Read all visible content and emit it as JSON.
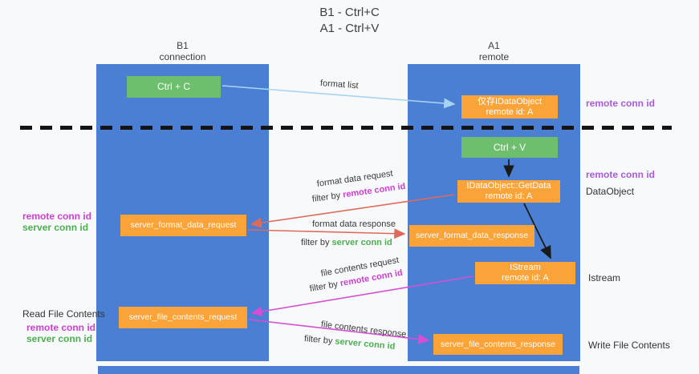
{
  "title": {
    "line1": "B1 - Ctrl+C",
    "line2": "A1 - Ctrl+V"
  },
  "lanes": {
    "left": {
      "name": "B1",
      "role": "connection"
    },
    "right": {
      "name": "A1",
      "role": "remote"
    }
  },
  "nodes": {
    "ctrl_c": {
      "label": "Ctrl + C"
    },
    "ctrl_v": {
      "label": "Ctrl + V"
    },
    "idataobject": {
      "line1": "仅存IDataObject",
      "line2": "remote id: A"
    },
    "getdata": {
      "line1": "IDataObject::GetData",
      "line2": "remote id: A"
    },
    "istream": {
      "line1": "IStream",
      "line2": "remote id: A"
    },
    "format_request": {
      "label": "server_format_data_request"
    },
    "format_response": {
      "label": "server_format_data_response"
    },
    "file_request": {
      "label": "server_file_contents_request"
    },
    "file_response": {
      "label": "server_file_contents_response"
    }
  },
  "edges": {
    "format_list": "format list",
    "format_data_request": "format data request",
    "format_data_response": "format data response",
    "file_contents_request": "file contents request",
    "file_contents_response": "file contents response",
    "filter_by": "filter by",
    "remote_conn_id": "remote conn id",
    "server_conn_id": "server conn id"
  },
  "side_labels": {
    "remote_conn_id": "remote conn id",
    "server_conn_id": "server conn id",
    "dataobject": "DataObject",
    "istream": "Istream",
    "read_file_contents": "Read File Contents",
    "write_file_contents": "Write File Contents"
  },
  "colors": {
    "lane_blue": "#4a7fd3",
    "box_green": "#6dbf6d",
    "box_orange": "#f9a338",
    "purple_text": "#a85cd6",
    "magenta_text": "#cd3fd0",
    "green_text": "#4caf50",
    "red_arrow": "#e06a5a",
    "magenta_arrow": "#d44fd4",
    "blue_arrow": "#a8d4f2",
    "black_arrow": "#1a1a1a"
  }
}
